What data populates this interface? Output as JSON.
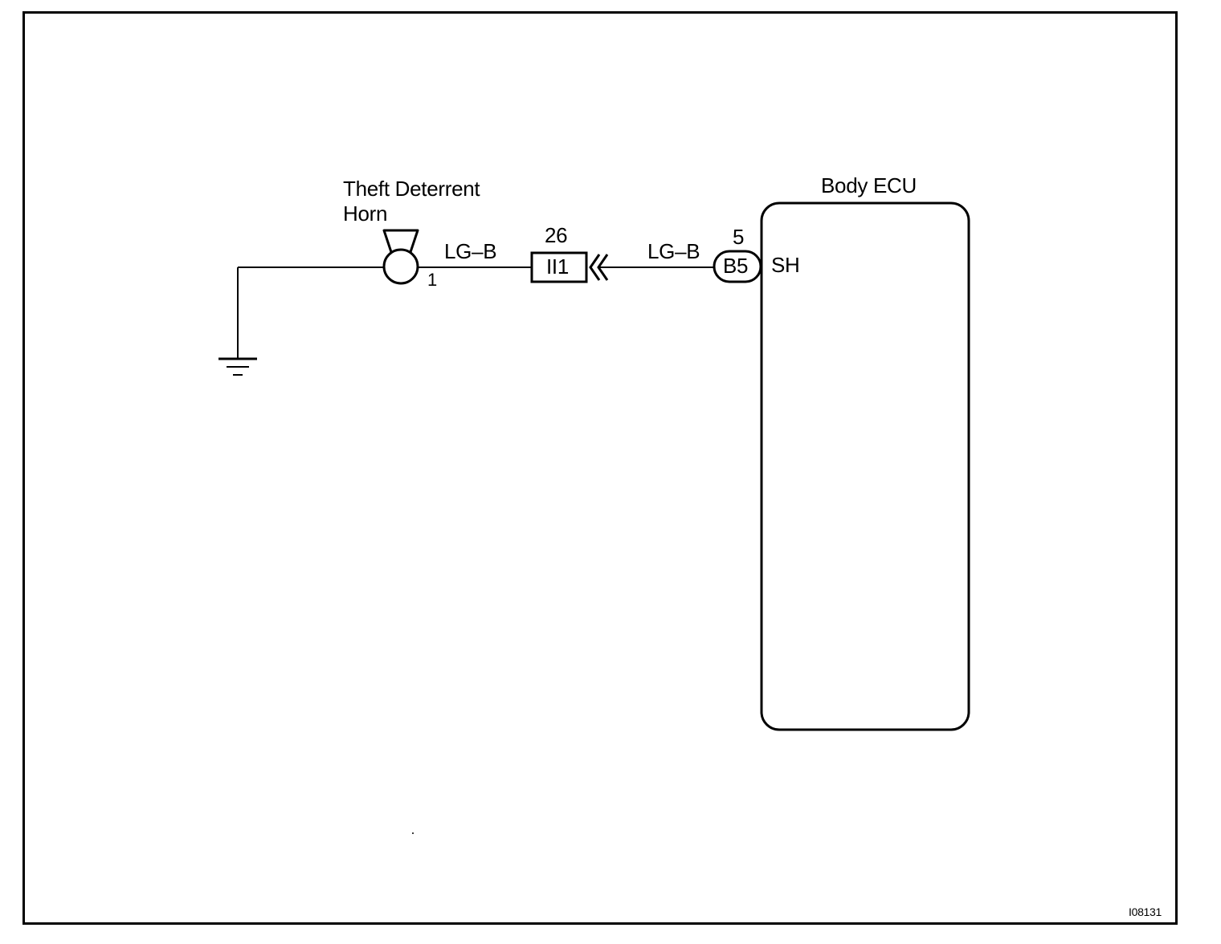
{
  "diagram": {
    "figure_id": "I08131",
    "horn": {
      "name_line1": "Theft Deterrent",
      "name_line2": "Horn",
      "pin": "1"
    },
    "wire_left": {
      "color_code": "LG–B"
    },
    "junction": {
      "pin": "26",
      "connector": "II1"
    },
    "wire_right": {
      "color_code": "LG–B"
    },
    "ecu_connector": {
      "pin": "5",
      "connector": "B5",
      "terminal": "SH"
    },
    "ecu": {
      "name": "Body ECU"
    }
  }
}
